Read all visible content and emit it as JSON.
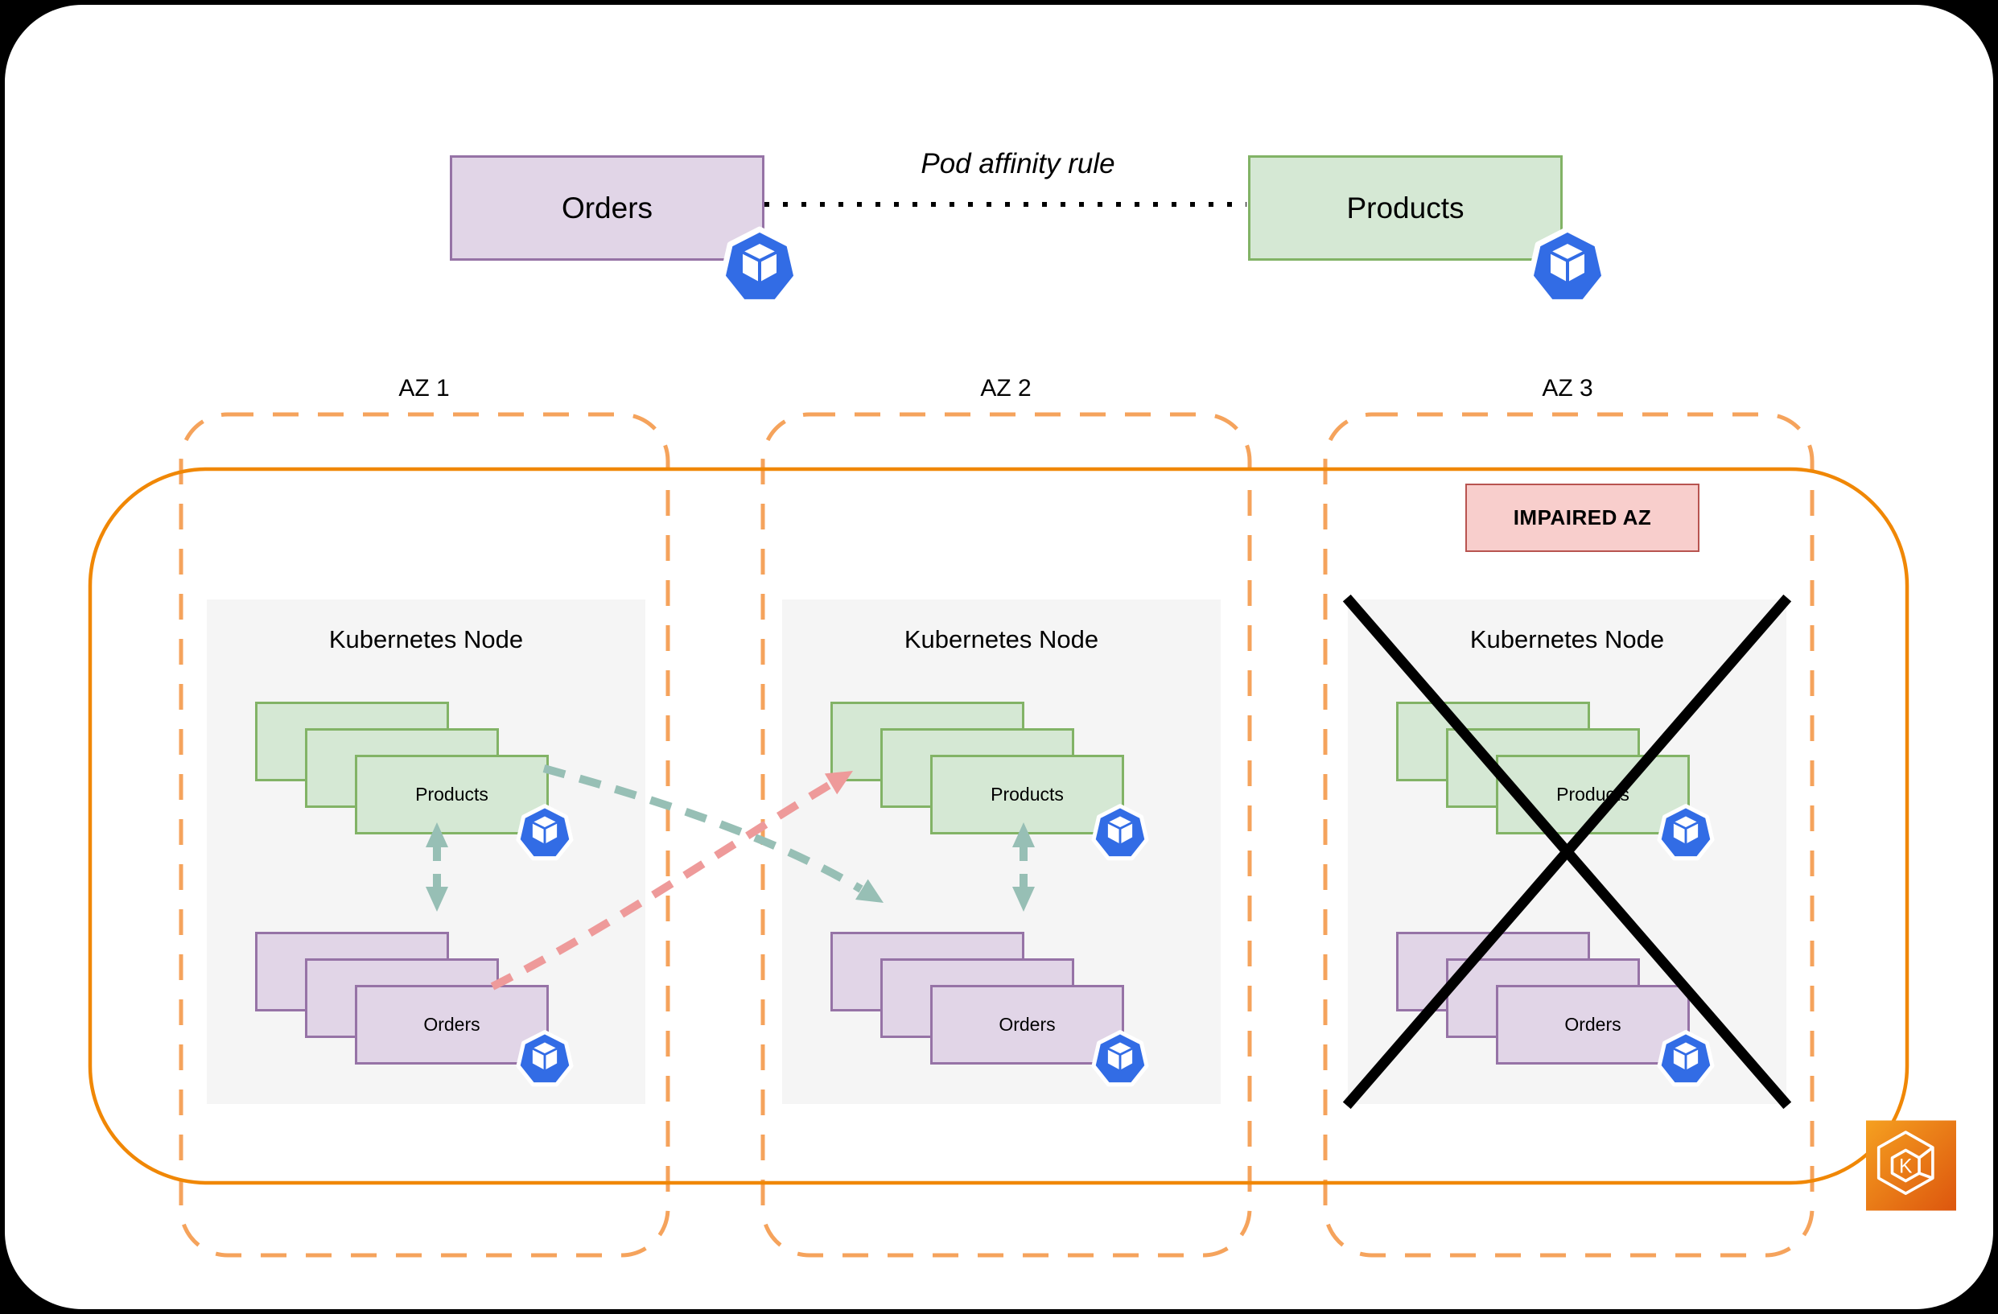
{
  "affinity": {
    "rule_label": "Pod affinity rule",
    "orders_label": "Orders",
    "products_label": "Products"
  },
  "zones": [
    {
      "label": "AZ 1",
      "node_title": "Kubernetes Node",
      "products_label": "Products",
      "orders_label": "Orders",
      "impaired": false
    },
    {
      "label": "AZ 2",
      "node_title": "Kubernetes Node",
      "products_label": "Products",
      "orders_label": "Orders",
      "impaired": false
    },
    {
      "label": "AZ 3",
      "node_title": "Kubernetes Node",
      "products_label": "Products",
      "orders_label": "Orders",
      "impaired": true,
      "impaired_label": "IMPAIRED AZ"
    }
  ],
  "icons": {
    "pod": "kubernetes-pod",
    "eks": "amazon-eks",
    "eks_letter": "K"
  },
  "colors": {
    "cluster_border": "#F08705",
    "az_border": "#F5A35C",
    "orders_fill": "#E1D5E7",
    "orders_border": "#9673A6",
    "products_fill": "#D5E8D4",
    "products_border": "#82B366",
    "node_fill": "#F5F5F5",
    "impaired_fill": "#F8CECC",
    "impaired_border": "#B85450",
    "pod_blue": "#326CE5",
    "affinity_arrow_teal": "#97BFB5",
    "cross_arrow_pink": "#EE9A9A",
    "x_mark": "#000000"
  }
}
